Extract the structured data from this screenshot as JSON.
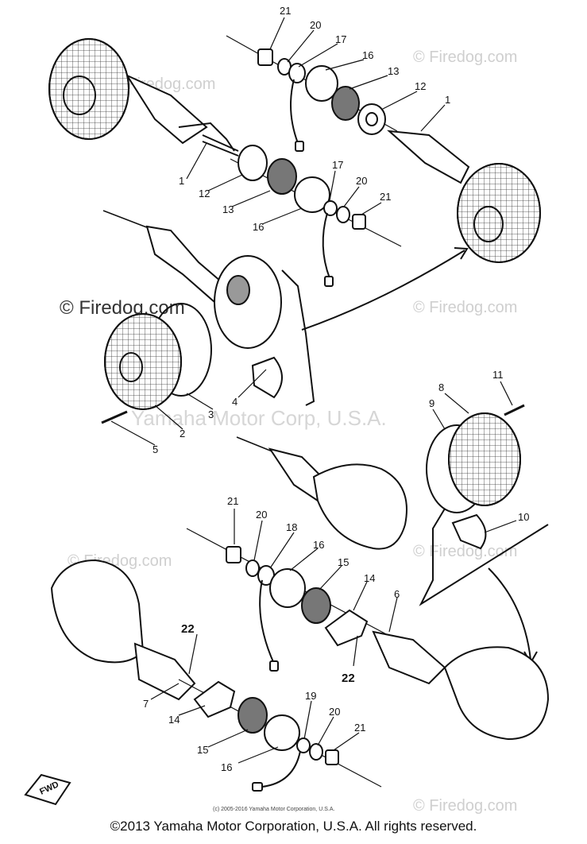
{
  "watermarks": {
    "firedog": "© Firedog.com",
    "corp": "Yamaha Motor Corp, U.S.A."
  },
  "small_copyright": "(c) 2005-2016 Yamaha Motor Corporation, U.S.A.",
  "footer": "©2013 Yamaha Motor Corporation, U.S.A. All rights reserved.",
  "fwd_label": "FWD",
  "labels": {
    "l21a": "21",
    "l20a": "20",
    "l17a": "17",
    "l16a": "16",
    "l13a": "13",
    "l12a": "12",
    "l1a": "1",
    "l1b": "1",
    "l12b": "12",
    "l13b": "13",
    "l16b": "16",
    "l17b": "17",
    "l20b": "20",
    "l21b": "21",
    "l4": "4",
    "l3": "3",
    "l2": "2",
    "l5": "5",
    "l11": "11",
    "l8": "8",
    "l9": "9",
    "l10": "10",
    "l21c": "21",
    "l20c": "20",
    "l18": "18",
    "l16c": "16",
    "l15a": "15",
    "l14a": "14",
    "l6": "6",
    "l22a": "22",
    "l22b": "22",
    "l7": "7",
    "l14b": "14",
    "l15b": "15",
    "l19": "19",
    "l20d": "20",
    "l21d": "21",
    "l16d": "16"
  }
}
